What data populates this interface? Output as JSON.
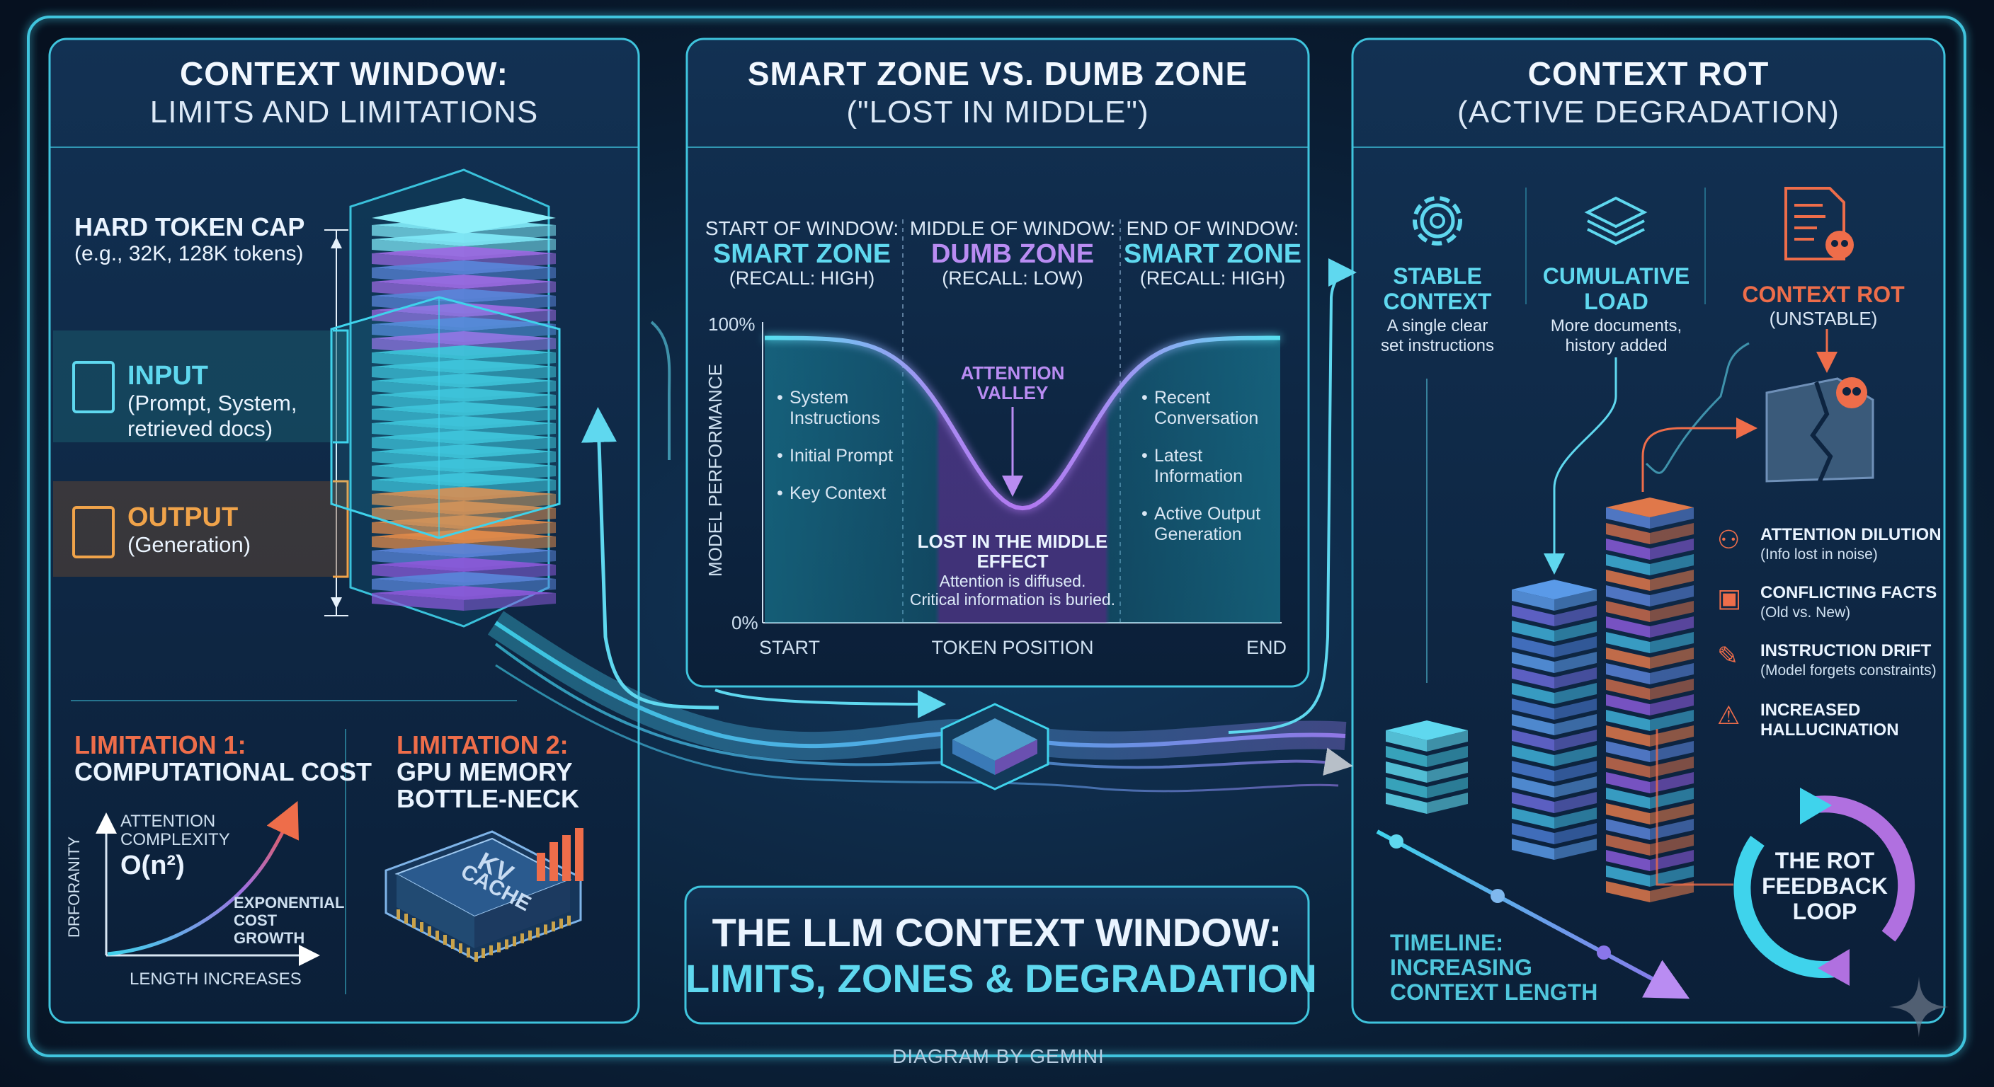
{
  "left_panel": {
    "title": "CONTEXT WINDOW:",
    "subtitle": "LIMITS AND LIMITATIONS",
    "hard_cap_label": "HARD TOKEN CAP",
    "hard_cap_example": "(e.g., 32K, 128K tokens)",
    "input_label": "INPUT",
    "input_desc_1": "(Prompt, System,",
    "input_desc_2": "retrieved docs)",
    "output_label": "OUTPUT",
    "output_desc": "(Generation)",
    "limitation1_title": "LIMITATION 1:",
    "limitation1_name": "COMPUTATIONAL COST",
    "limitation1_chart": {
      "y_axis": "DRFORANITY",
      "x_axis": "LENGTH INCREASES",
      "attention_1": "ATTENTION",
      "attention_2": "COMPLEXITY",
      "big_o": "O(n²)",
      "growth_1": "EXPONENTIAL",
      "growth_2": "COST",
      "growth_3": "GROWTH"
    },
    "limitation2_title": "LIMITATION 2:",
    "limitation2_name_1": "GPU MEMORY",
    "limitation2_name_2": "BOTTLE-NECK",
    "chip_line_1": "KV",
    "chip_line_2": "CACHE"
  },
  "center_panel": {
    "title": "SMART ZONE VS. DUMB ZONE",
    "subtitle": "(\"LOST IN MIDDLE\")",
    "zones": [
      {
        "heading": "START OF WINDOW:",
        "zone": "SMART ZONE",
        "recall": "(RECALL: HIGH)"
      },
      {
        "heading": "MIDDLE OF WINDOW:",
        "zone": "DUMB ZONE",
        "recall": "(RECALL: LOW)"
      },
      {
        "heading": "END OF WINDOW:",
        "zone": "SMART ZONE",
        "recall": "(RECALL: HIGH)"
      }
    ],
    "chart": {
      "y_label": "MODEL PERFORMANCE",
      "y_top": "100%",
      "y_bottom": "0%",
      "x_start": "START",
      "x_label": "TOKEN POSITION",
      "x_end": "END",
      "left_items": [
        "System Instructions",
        "Initial Prompt",
        "Key Context"
      ],
      "right_items": [
        "Recent Conversation",
        "Latest Information",
        "Active Output Generation"
      ],
      "valley_1": "ATTENTION",
      "valley_2": "VALLEY",
      "effect_1": "LOST IN THE MIDDLE",
      "effect_2": "EFFECT",
      "effect_desc_1": "Attention is diffused.",
      "effect_desc_2": "Critical information is buried."
    }
  },
  "bottom_title": {
    "line1": "THE LLM CONTEXT WINDOW:",
    "line2": "LIMITS, ZONES & DEGRADATION"
  },
  "right_panel": {
    "title": "CONTEXT ROT",
    "subtitle": "(ACTIVE DEGRADATION)",
    "stable_1": "STABLE",
    "stable_2": "CONTEXT",
    "stable_desc_1": "A single clear",
    "stable_desc_2": "set instructions",
    "cumulative_1": "CUMULATIVE",
    "cumulative_2": "LOAD",
    "cumulative_desc_1": "More documents,",
    "cumulative_desc_2": "history added",
    "rot_label": "CONTEXT ROT",
    "rot_state": "(UNSTABLE)",
    "symptoms": [
      {
        "title": "ATTENTION DILUTION",
        "desc": "(Info lost in noise)"
      },
      {
        "title": "CONFLICTING FACTS",
        "desc": "(Old vs. New)"
      },
      {
        "title": "INSTRUCTION DRIFT",
        "desc": "(Model forgets constraints)"
      },
      {
        "title": "INCREASED",
        "desc": "HALLUCINATION"
      }
    ],
    "timeline_1": "TIMELINE:",
    "timeline_2": "INCREASING",
    "timeline_3": "CONTEXT LENGTH",
    "loop_1": "THE ROT",
    "loop_2": "FEEDBACK",
    "loop_3": "LOOP"
  },
  "footer": "DIAGRAM BY GEMINI",
  "colors": {
    "background": "#071426",
    "panel": "#0d2440",
    "cyan": "#5fd8ef",
    "purple": "#b98cf2",
    "orange": "#ee6d4a"
  }
}
